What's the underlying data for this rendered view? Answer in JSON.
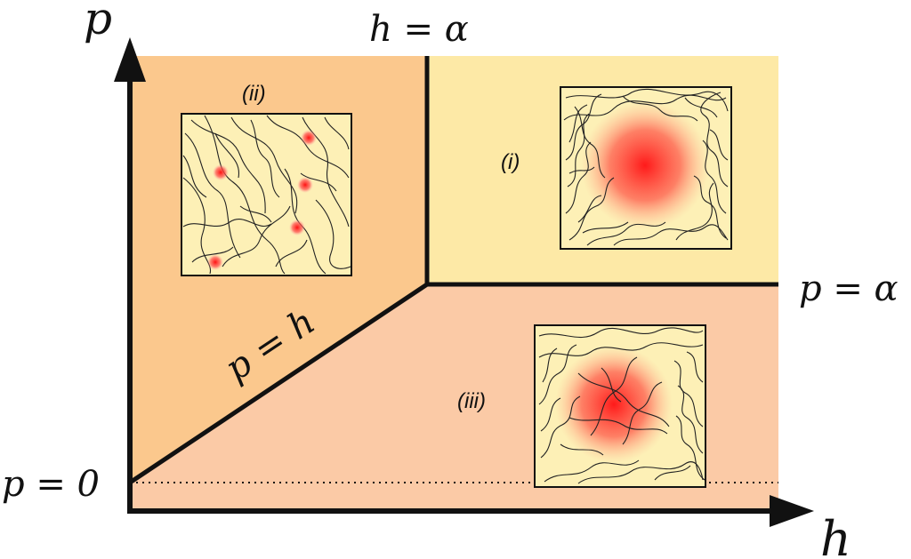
{
  "axes": {
    "y_label": "p",
    "x_label": "h"
  },
  "boundaries": {
    "vertical_label": "h = α",
    "horizontal_label": "p = α",
    "diagonal_label": "p = h",
    "baseline_label": "p = 0"
  },
  "regions": [
    {
      "id": "i",
      "label": "(i)",
      "color": "#fde9a6"
    },
    {
      "id": "ii",
      "label": "(ii)",
      "color": "#fbc88d"
    },
    {
      "id": "iii",
      "label": "(iii)",
      "color": "#fbcaa6"
    }
  ],
  "colors": {
    "inset_background": "#fdf0b6",
    "blob_core": "#ff1a1a",
    "line": "#111111"
  }
}
